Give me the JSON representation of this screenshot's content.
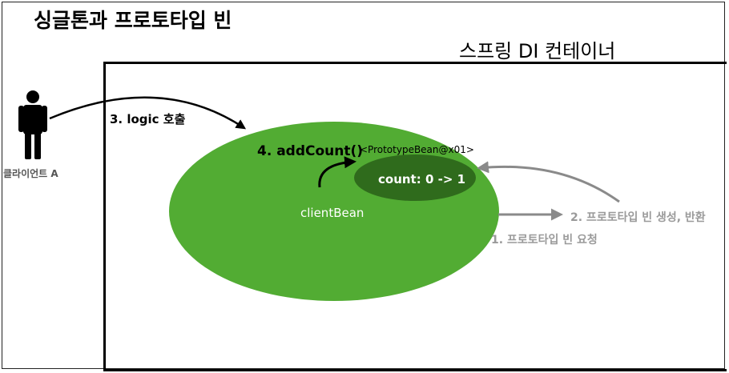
{
  "title": "싱글톤과 프로토타입 빈",
  "container": {
    "label": "스프링 DI 컨테이너"
  },
  "client": {
    "label": "클라이언트 A"
  },
  "calls": {
    "logic": "3. logic 호출",
    "add_count": "4. addCount()"
  },
  "client_bean": {
    "label": "clientBean",
    "color": "#52ac33"
  },
  "prototype_bean": {
    "id": "<PrototypeBean@x01>",
    "count": "count: 0 -> 1",
    "color": "#2f6b1c"
  },
  "steps": {
    "request": "1. 프로토타입 빈 요청",
    "create_return": "2. 프로토타입 빈 생성, 반환"
  },
  "colors": {
    "arrow_dark": "#000000",
    "arrow_gray": "#8a8a8a"
  }
}
